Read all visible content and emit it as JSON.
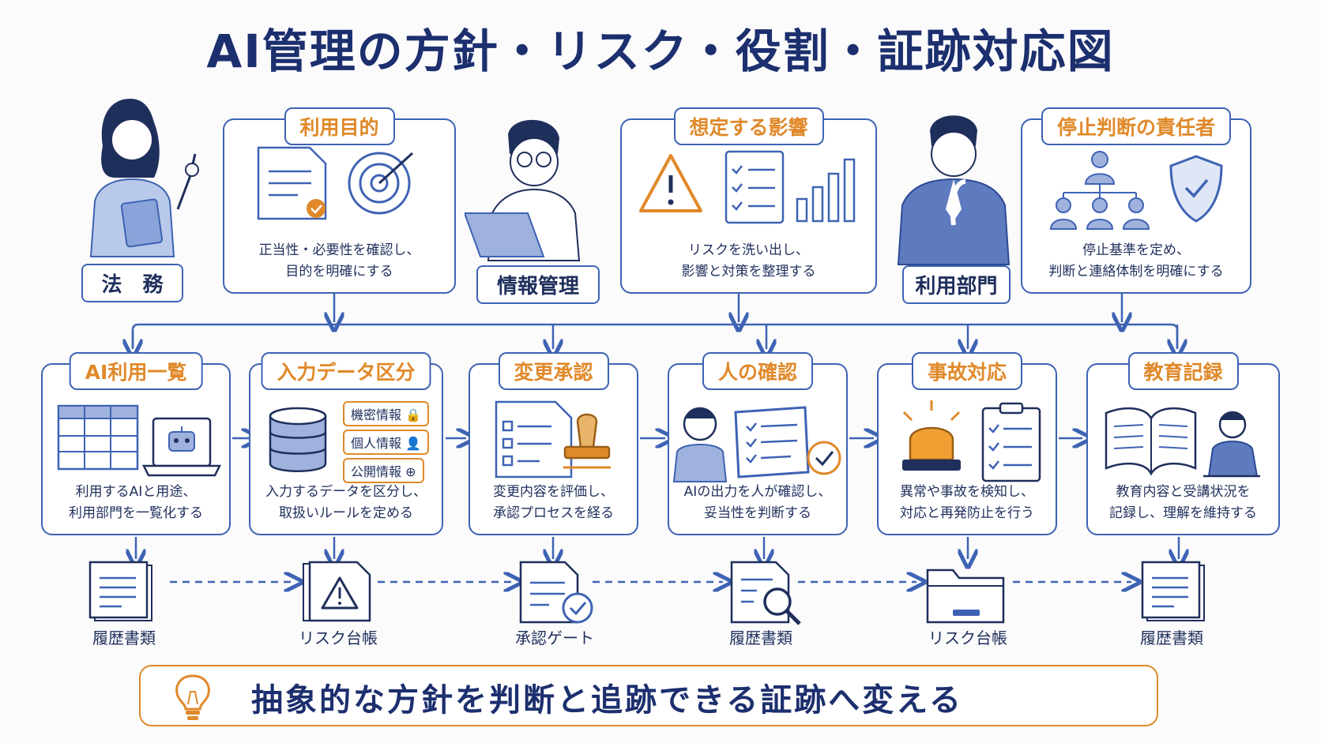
{
  "title": "AI管理の方針・リスク・役割・証跡対応図",
  "roles": {
    "legal": "法　務",
    "info": "情報管理",
    "dept": "利用部門"
  },
  "top": [
    {
      "label": "利用目的",
      "desc": "正当性・必要性を確認し、\n目的を明確にする"
    },
    {
      "label": "想定する影響",
      "desc": "リスクを洗い出し、\n影響と対策を整理する"
    },
    {
      "label": "停止判断の責任者",
      "desc": "停止基準を定め、\n判断と連絡体制を明確にする"
    }
  ],
  "steps": [
    {
      "label": "AI利用一覧",
      "desc": "利用するAIと用途、\n利用部門を一覧化する"
    },
    {
      "label": "入力データ区分",
      "desc": "入力するデータを区分し、\n取扱いルールを定める"
    },
    {
      "label": "変更承認",
      "desc": "変更内容を評価し、\n承認プロセスを経る"
    },
    {
      "label": "人の確認",
      "desc": "AIの出力を人が確認し、\n妥当性を判断する"
    },
    {
      "label": "事故対応",
      "desc": "異常や事故を検知し、\n対応と再発防止を行う"
    },
    {
      "label": "教育記録",
      "desc": "教育内容と受講状況を\n記録し、理解を維持する"
    }
  ],
  "data_chips": [
    "機密情報",
    "個人情報",
    "公開情報"
  ],
  "evidence": [
    "履歴書類",
    "リスク台帳",
    "承認ゲート",
    "履歴書類",
    "リスク台帳",
    "履歴書類"
  ],
  "message": "抽象的な方針を判断と追跡できる証跡へ変える",
  "colors": {
    "blue": "#3e63b4",
    "orange": "#e0892a",
    "navy": "#1c2f6e"
  }
}
